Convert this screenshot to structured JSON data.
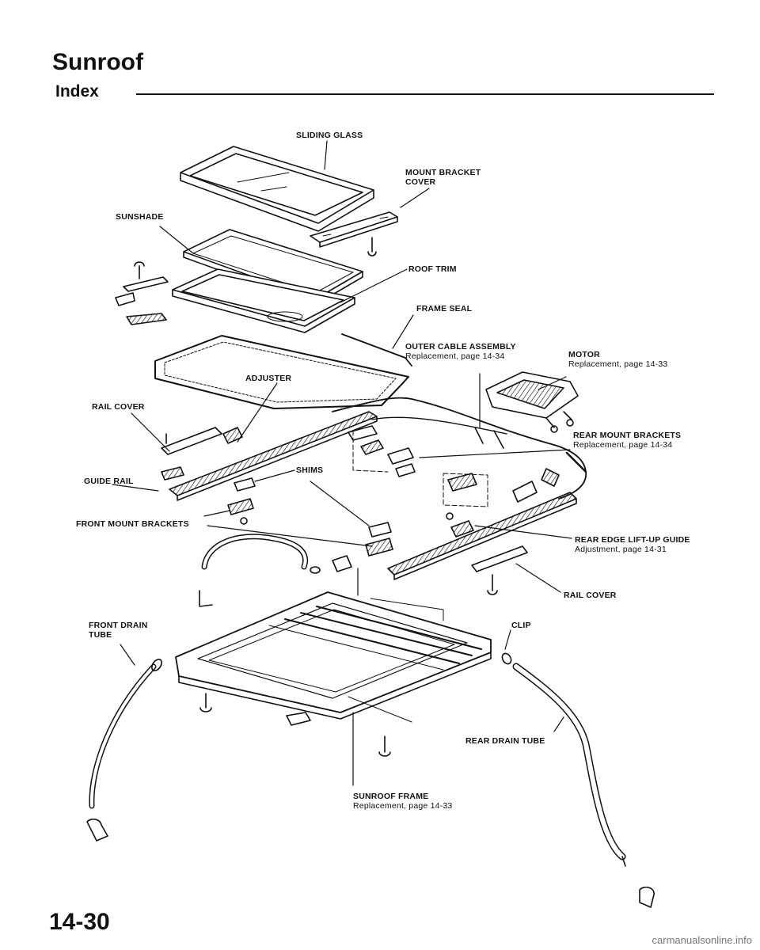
{
  "page": {
    "title": "Sunroof",
    "subtitle": "Index",
    "page_number": "14-30",
    "footer": "carmanualsonline.info"
  },
  "labels": {
    "sliding_glass": "SLIDING GLASS",
    "mount_bracket_cover": "MOUNT BRACKET",
    "mount_bracket_cover_2": "COVER",
    "sunshade": "SUNSHADE",
    "roof_trim": "ROOF TRIM",
    "frame_seal": "FRAME SEAL",
    "outer_cable_assembly": "OUTER CABLE ASSEMBLY",
    "outer_cable_assembly_ref": "Replacement, page 14-34",
    "motor": "MOTOR",
    "motor_ref": "Replacement, page 14-33",
    "adjuster": "ADJUSTER",
    "rail_cover_left": "RAIL COVER",
    "rear_mount_brackets": "REAR MOUNT BRACKETS",
    "rear_mount_brackets_ref": "Replacement, page 14-34",
    "guide_rail": "GUIDE RAIL",
    "shims": "SHIMS",
    "front_mount_brackets": "FRONT MOUNT BRACKETS",
    "rear_edge_lift_up_guide": "REAR EDGE LIFT-UP GUIDE",
    "rear_edge_lift_up_guide_ref": "Adjustment, page 14-31",
    "rail_cover_right": "RAIL COVER",
    "front_drain_tube": "FRONT DRAIN",
    "front_drain_tube_2": "TUBE",
    "clip": "CLIP",
    "rear_drain_tube": "REAR DRAIN TUBE",
    "sunroof_frame": "SUNROOF FRAME",
    "sunroof_frame_ref": "Replacement, page 14-33"
  }
}
